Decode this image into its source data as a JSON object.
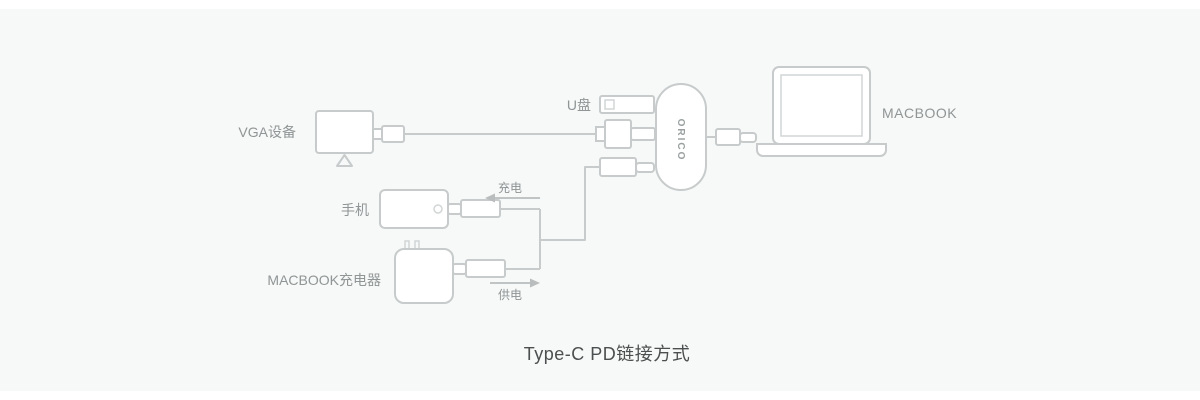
{
  "title": "Type-C PD链接方式",
  "hub": {
    "brand": "ORICO"
  },
  "devices": {
    "vga": {
      "label": "VGA设备"
    },
    "usb_drive": {
      "label": "U盘"
    },
    "phone": {
      "label": "手机"
    },
    "charger": {
      "label": "MACBOOK充电器"
    },
    "macbook": {
      "label": "MACBOOK"
    }
  },
  "flows": {
    "charging": {
      "label": "充电",
      "direction": "left"
    },
    "power_supply": {
      "label": "供电",
      "direction": "right"
    }
  },
  "colors": {
    "background_band": "#f7f8f8",
    "line": "#c7cbcb",
    "label_text": "#909595",
    "title_text": "#4c4f4f"
  }
}
